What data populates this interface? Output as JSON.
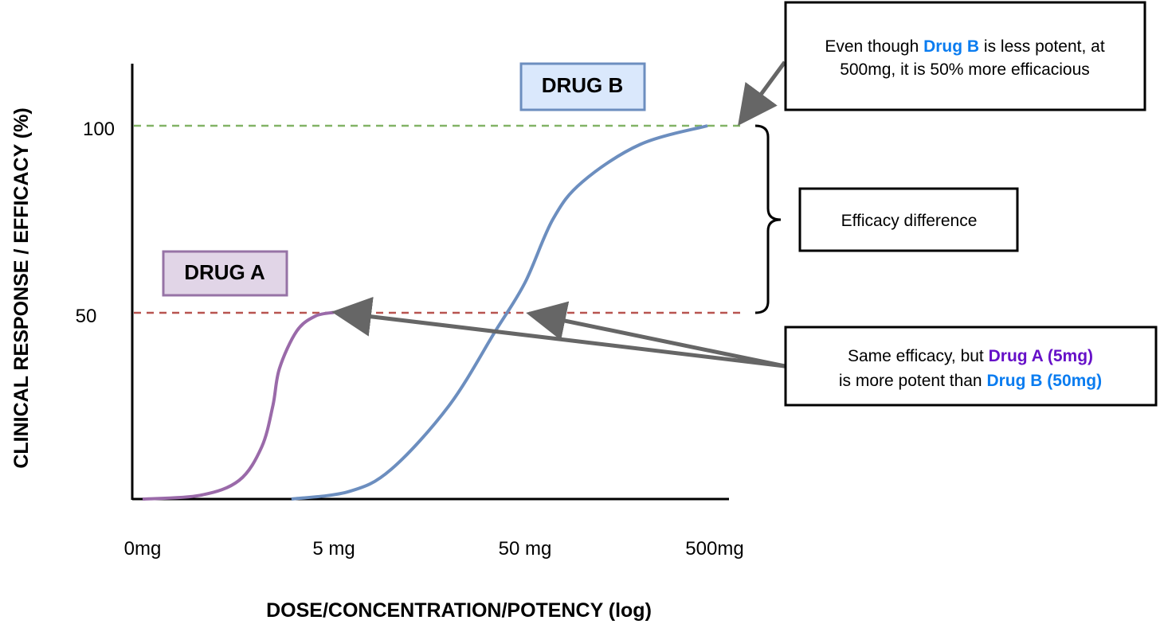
{
  "chart_data": {
    "type": "line",
    "x_scale": "log",
    "xlabel": "DOSE/CONCENTRATION/POTENCY (log)",
    "ylabel": "CLINICAL RESPONSE / EFFICACY (%)",
    "x_tick_labels": [
      "0mg",
      "5 mg",
      "50 mg",
      "500mg"
    ],
    "y_ticks": [
      50,
      100
    ],
    "y_tick_labels": [
      "50",
      "100"
    ],
    "series": [
      {
        "name": "DRUG A",
        "color": "#9a6aa9",
        "label_fill": "#e1d5e7",
        "label_stroke": "#9673a6",
        "max_efficacy": 50,
        "points": [
          [
            0.5,
            0
          ],
          [
            1,
            1
          ],
          [
            1.6,
            5
          ],
          [
            2.1,
            14
          ],
          [
            2.4,
            25
          ],
          [
            2.6,
            35
          ],
          [
            3.2,
            45
          ],
          [
            4,
            49
          ],
          [
            5,
            50
          ]
        ]
      },
      {
        "name": "DRUG B",
        "color": "#6c8ebf",
        "label_fill": "#dae8fc",
        "label_stroke": "#6c8ebf",
        "max_efficacy": 100,
        "points": [
          [
            3,
            0
          ],
          [
            6,
            2
          ],
          [
            10,
            8
          ],
          [
            20,
            25
          ],
          [
            35,
            45
          ],
          [
            50,
            58
          ],
          [
            70,
            75
          ],
          [
            100,
            85
          ],
          [
            200,
            95
          ],
          [
            450,
            100
          ]
        ]
      }
    ],
    "reference_lines": [
      {
        "y": 100,
        "color": "#82b366",
        "style": "dashed"
      },
      {
        "y": 50,
        "color": "#b85450",
        "style": "dashed"
      }
    ],
    "annotations": {
      "top": {
        "line1_pre": "Even though ",
        "line1_drug": "Drug B",
        "line1_post": " is less potent, at",
        "line2": "500mg, it is 50% more efficacious"
      },
      "middle": "Efficacy difference",
      "bottom": {
        "line1_pre": "Same efficacy, but ",
        "line1_drug": "Drug A (5mg)",
        "line2_pre": "is more potent than ",
        "line2_drug": "Drug B (50mg)"
      }
    },
    "highlight_colors": {
      "drug_a": "#6610c8",
      "drug_b": "#0a7cf0"
    },
    "arrow_color": "#666666"
  }
}
